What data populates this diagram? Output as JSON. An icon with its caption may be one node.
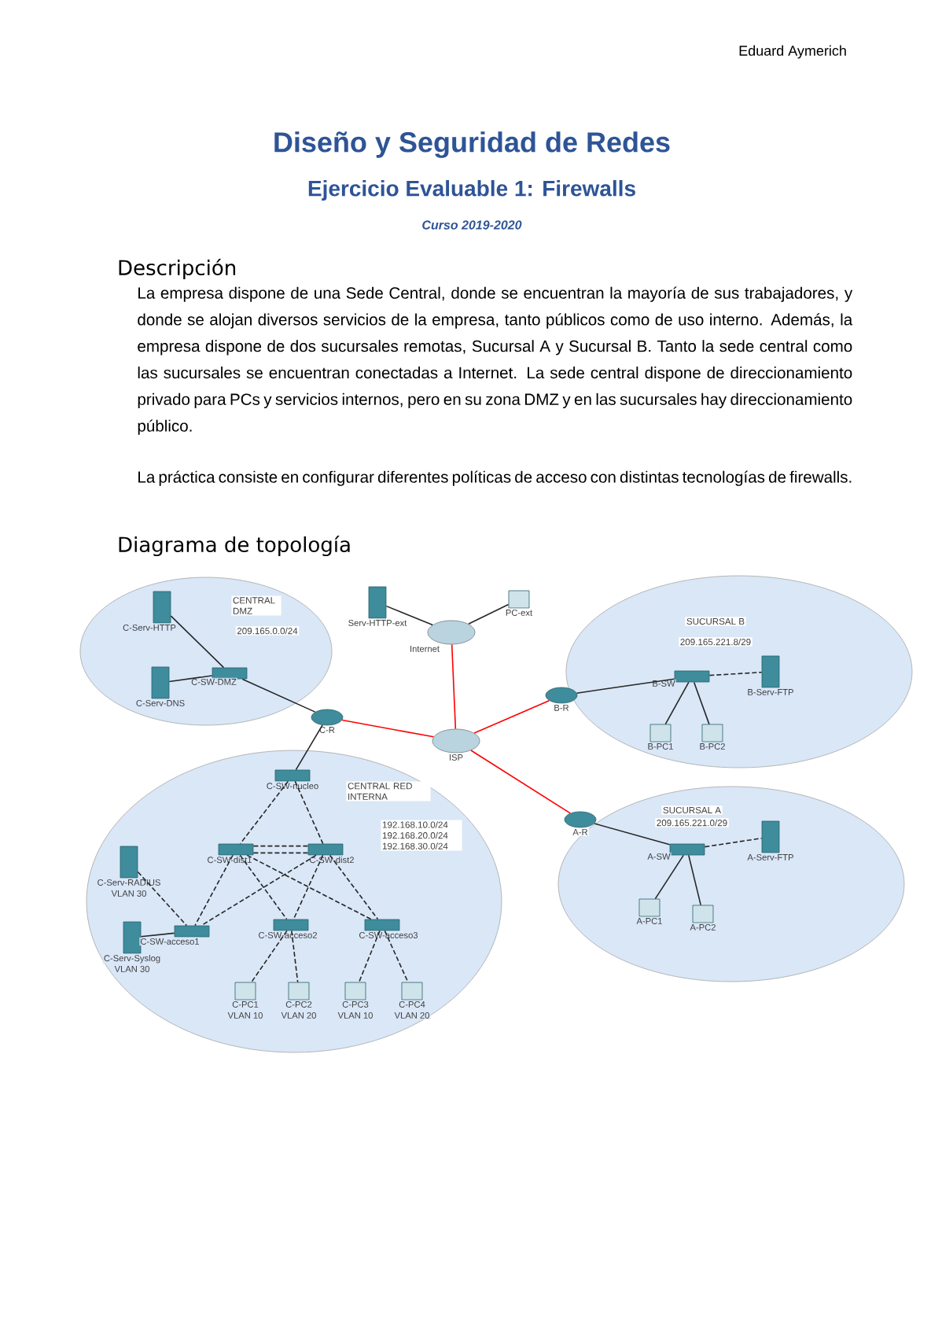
{
  "diagram": {
    "title": "Diseño y Seguridad de Redes",
    "nodes": [
      {
        "text": [
          "CENTRAL DMZ",
          "209.165.0.0/24"
        ]
      },
      {
        "text": [
          "C-Serv-HTTP"
        ],
        "in": 0
      },
      {
        "text": [
          "C-SW-DMZ"
        ],
        "in": 0
      },
      {
        "text": [
          "C-Serv-DNS"
        ],
        "in": 0
      },
      {
        "text": [
          "Serv-HTTP-ext"
        ]
      },
      {
        "text": [
          "Internet"
        ]
      },
      {
        "text": [
          "PC-ext"
        ]
      },
      {
        "text": [
          "SUCURSAL B",
          "209.165.221.8/29"
        ]
      },
      {
        "text": [
          "B-SW"
        ],
        "in": 7
      },
      {
        "text": [
          "B-Serv-FTP"
        ],
        "in": 7
      },
      {
        "text": [
          "B-R"
        ]
      },
      {
        "text": [
          "B-PC1"
        ],
        "in": 7
      },
      {
        "text": [
          "B-PC2"
        ],
        "in": 7
      },
      {
        "text": [
          "C-R"
        ]
      },
      {
        "text": [
          "ISP"
        ]
      },
      {
        "text": [
          "CENTRAL RED INTERNA",
          "192.168.10.0/24 192.168.20.0/24 192.168.30.0/24"
        ]
      },
      {
        "text": [
          "C-SW-nucleo"
        ],
        "in": 15
      },
      {
        "text": [
          "C-SW-dist1"
        ],
        "in": 15
      },
      {
        "text": [
          "C-SW-dist2"
        ],
        "in": 15
      },
      {
        "text": [
          "C-Serv-RADIUS",
          "VLAN 30"
        ],
        "in": 15
      },
      {
        "text": [
          "C-Serv-Syslog",
          "VLAN 30"
        ],
        "in": 15
      },
      {
        "text": [
          "C-SW-acceso1"
        ],
        "in": 15
      },
      {
        "text": [
          "C-SW-acceso2"
        ],
        "in": 15
      },
      {
        "text": [
          "C-SW-acceso3"
        ],
        "in": 15
      },
      {
        "text": [
          "C-PC1",
          "VLAN 10"
        ],
        "in": 15
      },
      {
        "text": [
          "C-PC2",
          "VLAN 20"
        ],
        "in": 15
      },
      {
        "text": [
          "C-PC3",
          "VLAN 10"
        ],
        "in": 15
      },
      {
        "text": [
          "C-PC4",
          "VLAN 20"
        ],
        "in": 15
      },
      {
        "text": [
          "SUCURSAL A",
          "209.165.221.0/29"
        ]
      },
      {
        "text": [
          "A-R"
        ]
      },
      {
        "text": [
          "A-SW"
        ],
        "in": 28
      },
      {
        "text": [
          "A-Serv-FTP"
        ],
        "in": 28
      },
      {
        "text": [
          "A-PC1"
        ],
        "in": 28
      },
      {
        "text": [
          "A-PC2"
        ],
        "in": 28
      }
    ],
    "edges": [
      {
        "from": 1,
        "to": 2,
        "arrow": "none"
      },
      {
        "from": 3,
        "to": 2,
        "arrow": "none"
      },
      {
        "from": 2,
        "to": 13,
        "arrow": "none"
      },
      {
        "from": 4,
        "to": 5,
        "arrow": "none"
      },
      {
        "from": 6,
        "to": 5,
        "arrow": "none"
      },
      {
        "from": 5,
        "to": 14,
        "arrow": "none",
        "color": "#ff0000"
      },
      {
        "from": 13,
        "to": 14,
        "arrow": "none",
        "color": "#ff0000"
      },
      {
        "from": 14,
        "to": 10,
        "arrow": "none",
        "color": "#ff0000"
      },
      {
        "from": 14,
        "to": 29,
        "arrow": "none",
        "color": "#ff0000"
      },
      {
        "from": 10,
        "to": 8,
        "arrow": "none"
      },
      {
        "from": 8,
        "to": 9,
        "arrow": "none",
        "style": "dashed"
      },
      {
        "from": 8,
        "to": 11,
        "arrow": "none"
      },
      {
        "from": 8,
        "to": 12,
        "arrow": "none"
      },
      {
        "from": 13,
        "to": 16,
        "arrow": "none"
      },
      {
        "from": 16,
        "to": 17,
        "arrow": "none",
        "style": "dashed"
      },
      {
        "from": 16,
        "to": 18,
        "arrow": "none",
        "style": "dashed"
      },
      {
        "from": 17,
        "to": 18,
        "arrow": "none",
        "style": "dashed"
      },
      {
        "from": 17,
        "to": 18,
        "arrow": "none",
        "style": "dashed"
      },
      {
        "from": 17,
        "to": 21,
        "arrow": "none",
        "style": "dashed"
      },
      {
        "from": 17,
        "to": 22,
        "arrow": "none",
        "style": "dashed"
      },
      {
        "from": 17,
        "to": 23,
        "arrow": "none",
        "style": "dashed"
      },
      {
        "from": 18,
        "to": 21,
        "arrow": "none",
        "style": "dashed"
      },
      {
        "from": 18,
        "to": 22,
        "arrow": "none",
        "style": "dashed"
      },
      {
        "from": 18,
        "to": 23,
        "arrow": "none",
        "style": "dashed"
      },
      {
        "from": 19,
        "to": 21,
        "arrow": "none",
        "style": "dashed"
      },
      {
        "from": 20,
        "to": 21,
        "arrow": "none"
      },
      {
        "from": 22,
        "to": 24,
        "arrow": "none",
        "style": "dashed"
      },
      {
        "from": 22,
        "to": 25,
        "arrow": "none",
        "style": "dashed"
      },
      {
        "from": 23,
        "to": 26,
        "arrow": "none",
        "style": "dashed"
      },
      {
        "from": 23,
        "to": 27,
        "arrow": "none",
        "style": "dashed"
      },
      {
        "from": 29,
        "to": 30,
        "arrow": "none"
      },
      {
        "from": 30,
        "to": 31,
        "arrow": "none",
        "style": "dashed"
      },
      {
        "from": 30,
        "to": 32,
        "arrow": "none"
      },
      {
        "from": 30,
        "to": 33,
        "arrow": "none"
      }
    ],
    "labels": [
      "Eduard Aymerich",
      "Ejercicio Evaluable 1: Firewalls",
      "Curso 2019-2020",
      "Descripción",
      "La empresa dispone de una Sede Central, donde se encuentran la mayoría de sus trabajadores, y donde se alojan diversos servicios de la empresa, tanto públicos como de uso interno. Además, la empresa dispone de dos sucursales remotas, Sucursal A y Sucursal B. Tanto la sede central como las sucursales se encuentran conectadas a Internet. La sede central dispone de direccionamiento privado para PCs y servicios internos, pero en su zona DMZ y en las sucursales hay direccionamiento público.",
      "La práctica consiste en configurar diferentes políticas de acceso con distintas tecnologías de firewalls.",
      "Diagrama de topología"
    ]
  }
}
